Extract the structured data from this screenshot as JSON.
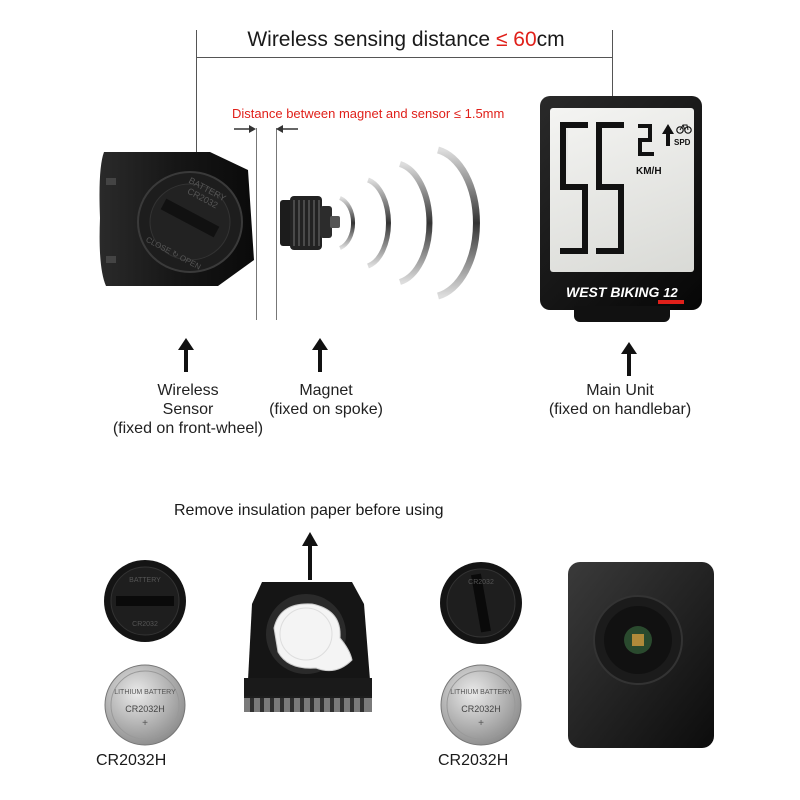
{
  "top_dimension": {
    "prefix": "Wireless sensing distance ",
    "symbol": "≤ 60",
    "unit": "cm",
    "symbol_color": "#e0201a"
  },
  "magnet_gap": {
    "text": "Distance between magnet and sensor ≤ 1.5mm",
    "color": "#e0201a"
  },
  "display": {
    "speed_digits": "55",
    "small_digit": "2",
    "speed_unit": "KM/H",
    "mode_label": "SPD",
    "brand": "WEST BIKING",
    "model_number": "12",
    "brand_color": "#e0201a"
  },
  "labels": {
    "sensor": [
      "Wireless",
      "Sensor",
      "(fixed on front-wheel)"
    ],
    "magnet": [
      "Magnet",
      "(fixed on spoke)"
    ],
    "main_unit": [
      "Main Unit",
      "(fixed on handlebar)"
    ]
  },
  "insulation_note": "Remove insulation paper before using",
  "batteries": [
    {
      "label": "CR2032H"
    },
    {
      "label": "CR2032H"
    }
  ],
  "icons": [
    "up-arrow-icon",
    "bicycle-icon",
    "signal-wave-icon"
  ]
}
